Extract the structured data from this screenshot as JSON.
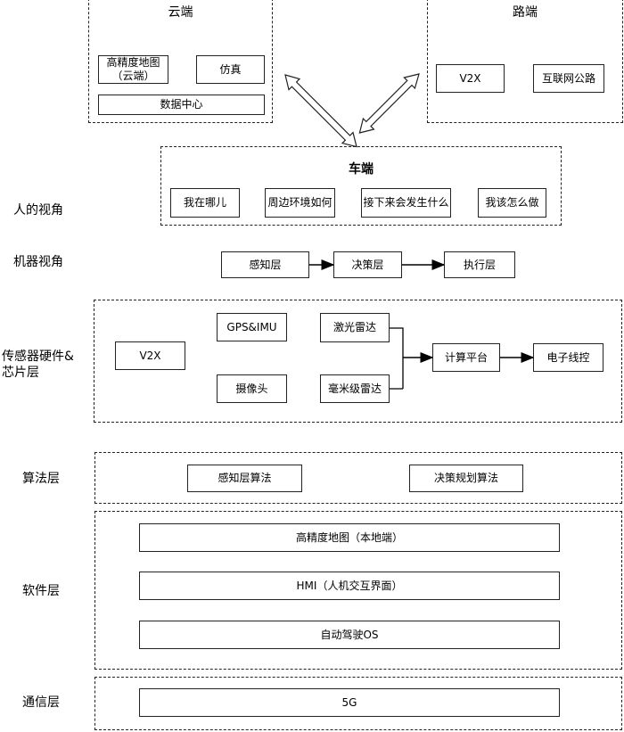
{
  "cloud": {
    "title": "云端",
    "hd_map": "高精度地图（云端）",
    "simulation": "仿真",
    "data_center": "数据中心"
  },
  "road": {
    "title": "路端",
    "v2x": "V2X",
    "iov_road": "互联网公路"
  },
  "vehicle": {
    "title": "车端",
    "where_am_i": "我在哪儿",
    "surroundings": "周边环境如何",
    "what_next": "接下来会发生什么",
    "what_to_do": "我该怎么做"
  },
  "human_view": {
    "label": "人的视角"
  },
  "machine_view": {
    "label": "机器视角",
    "perception": "感知层",
    "decision": "决策层",
    "execution": "执行层"
  },
  "hardware": {
    "label": "传感器硬件&芯片层",
    "v2x": "V2X",
    "gps_imu": "GPS&IMU",
    "lidar": "激光雷达",
    "camera": "摄像头",
    "mmwave_radar": "毫米级雷达",
    "computing_platform": "计算平台",
    "drive_by_wire": "电子线控"
  },
  "algorithm": {
    "label": "算法层",
    "perception_algo": "感知层算法",
    "planning_algo": "决策规划算法"
  },
  "software": {
    "label": "软件层",
    "hd_map_local": "高精度地图（本地端）",
    "hmi": "HMI（人机交互界面）",
    "ad_os": "自动驾驶OS"
  },
  "communication": {
    "label": "通信层",
    "fiveg": "5G"
  }
}
